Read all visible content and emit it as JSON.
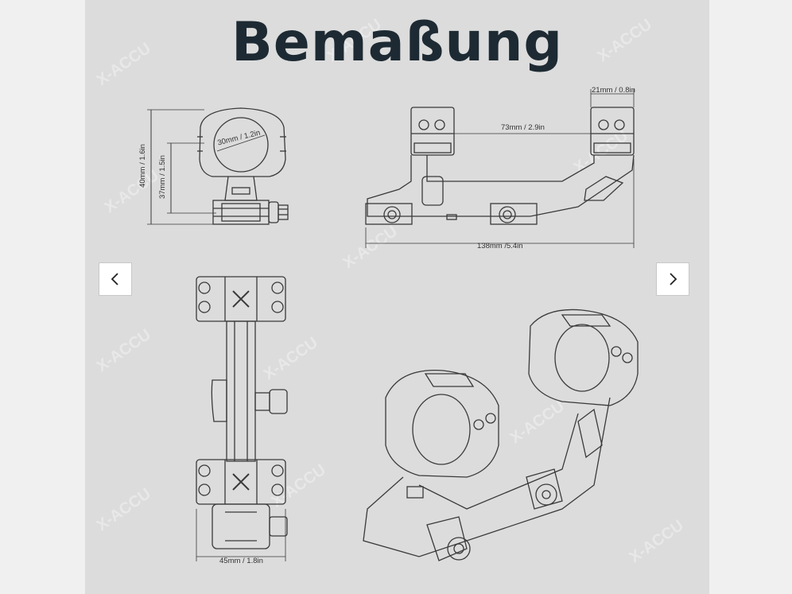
{
  "image": {
    "title": "Bemaßung",
    "watermark": "X-ACCU",
    "dimensions": {
      "side_height_outer": "40mm / 1.6in",
      "side_height_inner": "37mm / 1.5in",
      "ring_diameter": "30mm / 1.2in",
      "ring_width": "21mm / 0.8in",
      "ring_spacing": "73mm / 2.9in",
      "total_length": "138mm /5.4in",
      "base_width": "45mm / 1.8in"
    }
  },
  "nav": {
    "prev_icon": "chevron-left-icon",
    "next_icon": "chevron-right-icon"
  },
  "colors": {
    "stage_background": "#dcdcdc",
    "page_background": "#f0f0f0",
    "title": "#1d2a33",
    "line": "#3a3a3a"
  }
}
